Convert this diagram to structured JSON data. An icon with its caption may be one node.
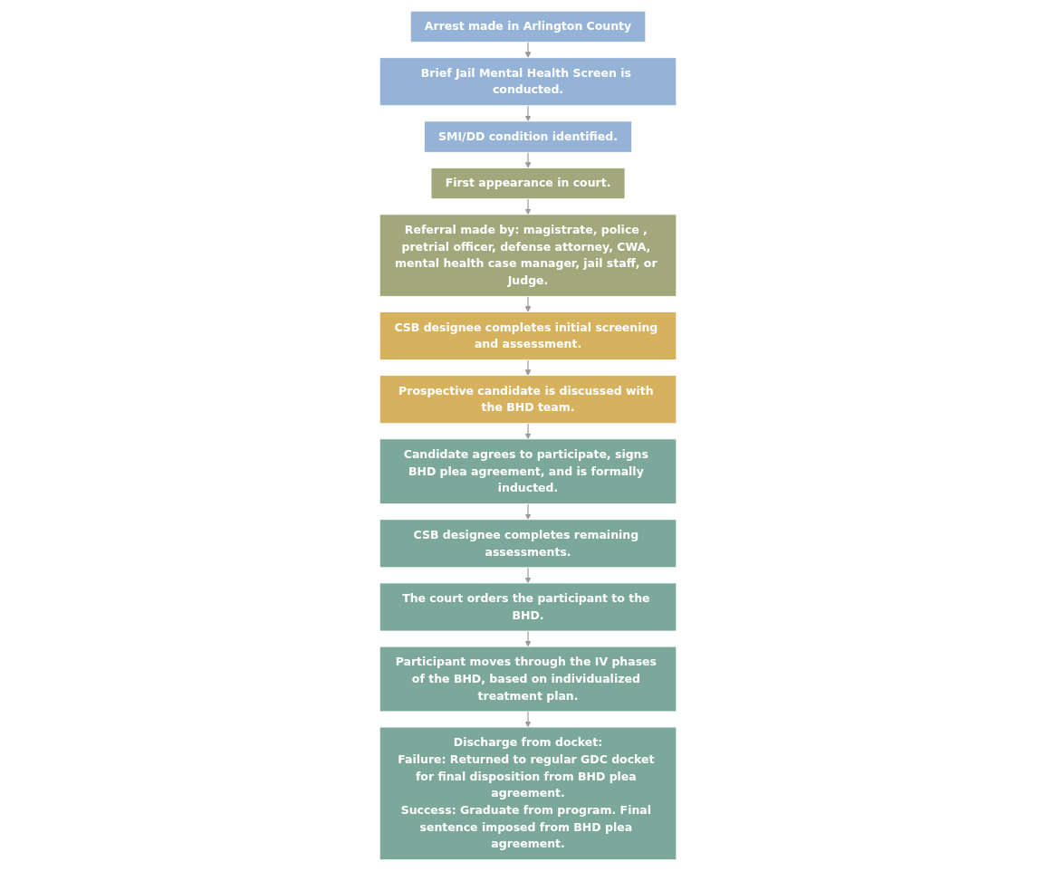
{
  "diagram": {
    "nodes": [
      {
        "text": [
          "Arrest made in Arlington County"
        ]
      },
      {
        "text": [
          "Brief Jail Mental Health Screen is conducted."
        ]
      },
      {
        "text": [
          "SMI/DD condition identified."
        ]
      },
      {
        "text": [
          "First appearance in court."
        ]
      },
      {
        "text": [
          "Referral made by: magistrate, police , pretrial officer, defense attorney, CWA, mental health case manager, jail staff, or Judge."
        ]
      },
      {
        "text": [
          "CSB designee completes initial screening and assessment."
        ]
      },
      {
        "text": [
          "Prospective candidate is discussed with the BHD team."
        ]
      },
      {
        "text": [
          "Candidate agrees to participate, signs BHD plea agreement, and is formally inducted."
        ]
      },
      {
        "text": [
          "CSB designee completes remaining assessments."
        ]
      },
      {
        "text": [
          "The court orders the participant to the BHD."
        ]
      },
      {
        "text": [
          "Participant moves through the IV phases of the BHD, based on individualized treatment plan."
        ]
      },
      {
        "text": [
          "Discharge from docket:",
          "Failure: Returned to regular GDC docket for final disposition from BHD plea agreement.",
          "Success: Graduate from program. Final sentence imposed from BHD plea agreement."
        ]
      }
    ],
    "edges": [
      {
        "from": 0,
        "to": 1,
        "arrow": "to"
      },
      {
        "from": 1,
        "to": 2,
        "arrow": "to"
      },
      {
        "from": 2,
        "to": 3,
        "arrow": "to"
      },
      {
        "from": 3,
        "to": 4,
        "arrow": "to"
      },
      {
        "from": 4,
        "to": 5,
        "arrow": "to"
      },
      {
        "from": 5,
        "to": 6,
        "arrow": "to"
      },
      {
        "from": 6,
        "to": 7,
        "arrow": "to"
      },
      {
        "from": 7,
        "to": 8,
        "arrow": "to"
      },
      {
        "from": 8,
        "to": 9,
        "arrow": "to"
      },
      {
        "from": 9,
        "to": 10,
        "arrow": "to"
      },
      {
        "from": 10,
        "to": 11,
        "arrow": "to"
      }
    ]
  }
}
